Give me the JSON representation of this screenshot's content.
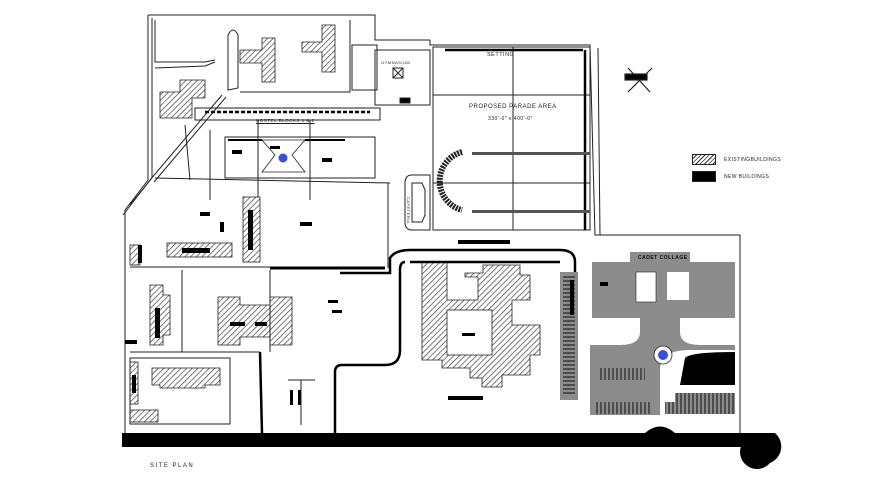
{
  "title": "SITE PLAN",
  "labels": {
    "setting": "SETTING",
    "parade_area": "PROPOSED PARADE AREA",
    "parade_dims": "330'-0\" x 400'-0\"",
    "gymnasium": "GYMNASIUM",
    "hostel_blocks": "HOSTEL BLOCKS 1 & 2",
    "cafeteria": "CAFETERIA",
    "cadet_college": "CADET COLLAGE"
  },
  "legend": {
    "items": [
      {
        "label": "EXISTINGBUILDINGS",
        "style": "hatched"
      },
      {
        "label": "NEW BUILDINGS",
        "style": "solid"
      }
    ]
  },
  "colors": {
    "line": "#222222",
    "hatch": "#333333",
    "new_building": "#000000",
    "paved_area": "#8c8c8c",
    "fountain": "#3a4fd6",
    "background": "#ffffff"
  },
  "north_symbol": "helicopter-pad-crossed"
}
